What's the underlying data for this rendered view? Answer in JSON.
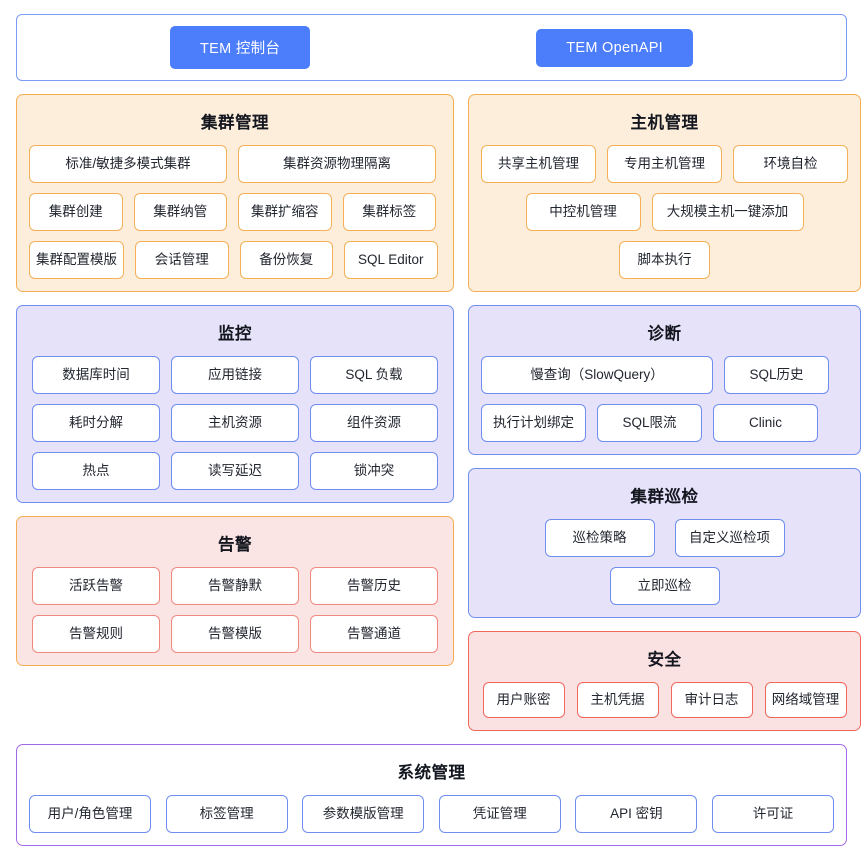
{
  "entry_bar": {
    "buttons": [
      {
        "label": "TEM 控制台",
        "name": "tem-console-button"
      },
      {
        "label": "TEM OpenAPI",
        "name": "tem-openapi-button"
      }
    ],
    "accent_color": "#4c7dfb"
  },
  "sections": {
    "cluster_management": {
      "title": "集群管理",
      "accent_color": "#f4ae52",
      "background": "#fdeedb",
      "items": [
        "标准/敏捷多模式集群",
        "集群资源物理隔离",
        "集群创建",
        "集群纳管",
        "集群扩缩容",
        "集群标签",
        "集群配置模版",
        "会话管理",
        "备份恢复",
        "SQL Editor"
      ]
    },
    "host_management": {
      "title": "主机管理",
      "accent_color": "#f4ae52",
      "background": "#fdeedb",
      "items": [
        "共享主机管理",
        "专用主机管理",
        "环境自检",
        "中控机管理",
        "大规模主机一键添加",
        "脚本执行"
      ]
    },
    "monitoring": {
      "title": "监控",
      "accent_color": "#6f8ef0",
      "background": "#e6e2f9",
      "items": [
        "数据库时间",
        "应用链接",
        "SQL 负载",
        "耗时分解",
        "主机资源",
        "组件资源",
        "热点",
        "读写延迟",
        "锁冲突"
      ]
    },
    "diagnosis": {
      "title": "诊断",
      "accent_color": "#6f8ef0",
      "background": "#e6e2f9",
      "items": [
        "慢查询（SlowQuery）",
        "SQL历史",
        "执行计划绑定",
        "SQL限流",
        "Clinic"
      ]
    },
    "cluster_inspection": {
      "title": "集群巡检",
      "accent_color": "#6f8ef0",
      "background": "#e6e2f9",
      "items": [
        "巡检策略",
        "自定义巡检项",
        "立即巡检"
      ]
    },
    "alarm": {
      "title": "告警",
      "accent_color": "#f4ae52",
      "background": "#fbe4e4",
      "item_border_color": "#f08a80",
      "items": [
        "活跃告警",
        "告警静默",
        "告警历史",
        "告警规则",
        "告警模版",
        "告警通道"
      ]
    },
    "security": {
      "title": "安全",
      "accent_color": "#f0675c",
      "background": "#fbe2e2",
      "items": [
        "用户账密",
        "主机凭据",
        "审计日志",
        "网络域管理"
      ]
    },
    "system_management": {
      "title": "系统管理",
      "accent_color": "#a469e8",
      "background": "#ffffff",
      "item_border_color": "#6f8ef0",
      "items": [
        "用户/角色管理",
        "标签管理",
        "参数模版管理",
        "凭证管理",
        "API 密钥",
        "许可证"
      ]
    }
  }
}
